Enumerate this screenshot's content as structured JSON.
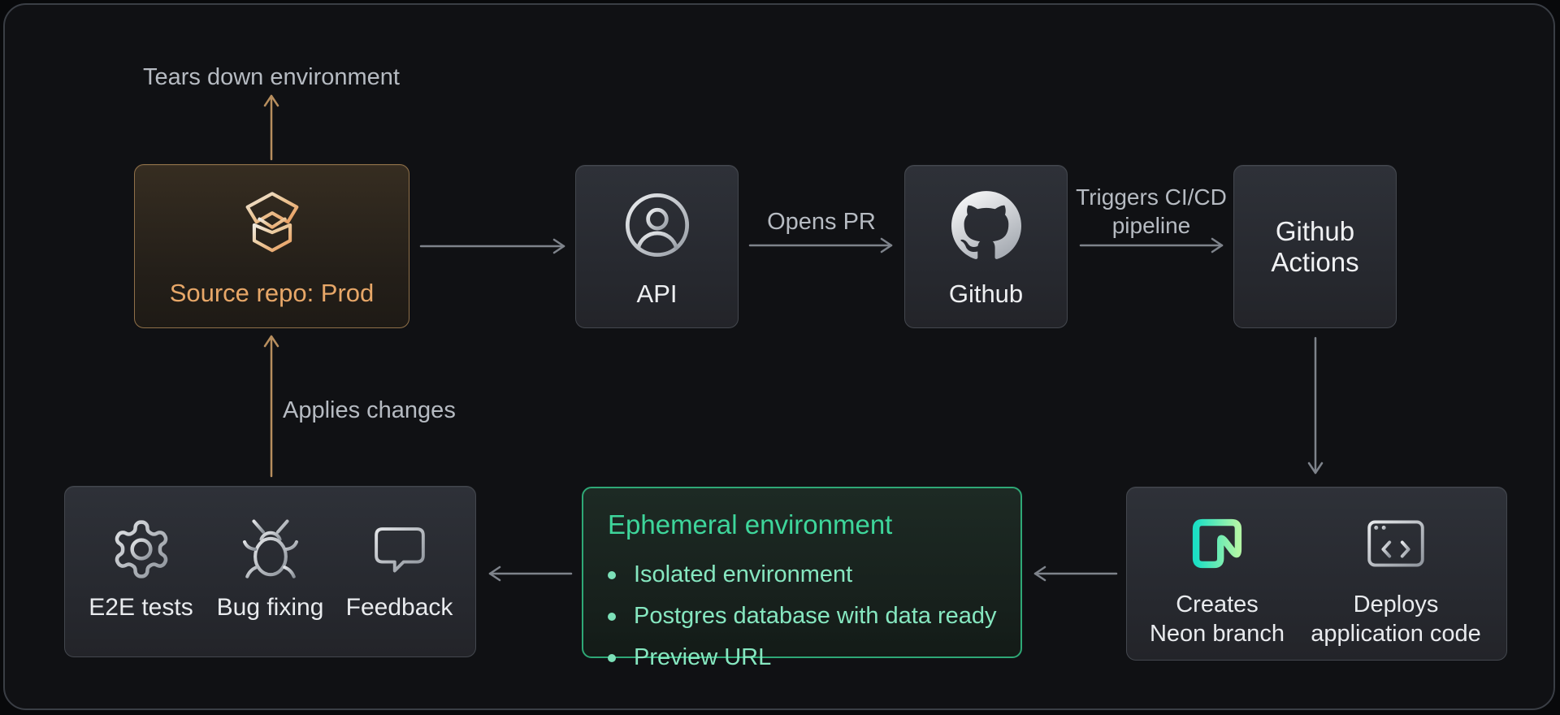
{
  "diagram": {
    "nodes": {
      "source_repo": {
        "label": "Source repo: Prod"
      },
      "api": {
        "label": "API"
      },
      "github": {
        "label": "Github"
      },
      "github_actions": {
        "label": "Github Actions"
      },
      "pipeline_outputs": {
        "creates_branch": {
          "label": "Creates Neon branch"
        },
        "deploys_code": {
          "label": "Deploys application code"
        }
      },
      "ephemeral_environment": {
        "title": "Ephemeral environment",
        "bullets": [
          "Isolated environment",
          "Postgres database with data ready",
          "Preview URL"
        ]
      },
      "validation": {
        "e2e": {
          "label": "E2E tests"
        },
        "bug": {
          "label": "Bug fixing"
        },
        "feedback": {
          "label": "Feedback"
        }
      }
    },
    "edges": {
      "tears_down": "Tears down environment",
      "opens_pr": "Opens PR",
      "triggers_pipeline": "Triggers CI/CD pipeline",
      "applies_changes": "Applies changes"
    },
    "icons": [
      "package-open-icon",
      "user-circle-icon",
      "github-icon",
      "neon-logo-icon",
      "browser-code-icon",
      "gear-icon",
      "bug-icon",
      "message-square-icon"
    ],
    "colors": {
      "canvas_bg": "#101114",
      "canvas_border": "#3a3e45",
      "node_bg_top": "#2e3138",
      "node_border": "#43474e",
      "node_text": "#edeff1",
      "source_accent": "#e7a768",
      "source_border": "#8f7049",
      "arrow_gray": "#7e838b",
      "arrow_orange": "#b78e5e",
      "edge_label": "#b6bbc2",
      "green_title": "#3ed69b",
      "green_border": "#2ea876",
      "green_bullet": "#86e7c0",
      "neon_gradient_start": "#1bdfc4",
      "neon_gradient_end": "#b2f6a6"
    }
  }
}
